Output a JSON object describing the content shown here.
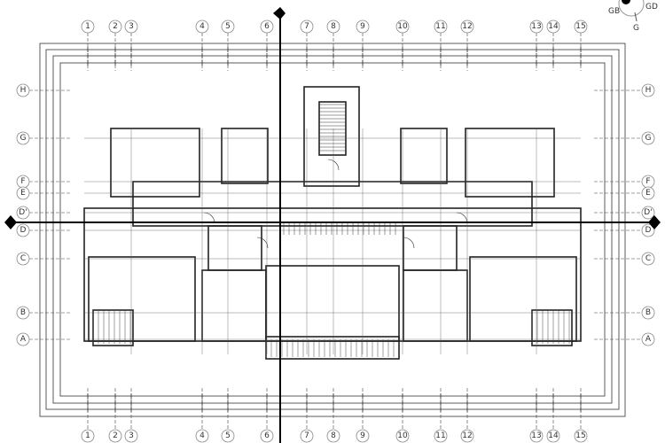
{
  "drawing": {
    "grid_columns": [
      "1",
      "2",
      "3",
      "4",
      "5",
      "6",
      "7",
      "8",
      "9",
      "10",
      "11",
      "12",
      "13",
      "14",
      "15"
    ],
    "grid_rows": [
      "H",
      "G",
      "F",
      "E",
      "D'",
      "D",
      "C",
      "B",
      "A"
    ]
  },
  "compass": {
    "labels": [
      "GB",
      "GD",
      "G"
    ]
  },
  "colors": {
    "line": "#222222",
    "bubble": "#888888",
    "section": "#000000"
  }
}
